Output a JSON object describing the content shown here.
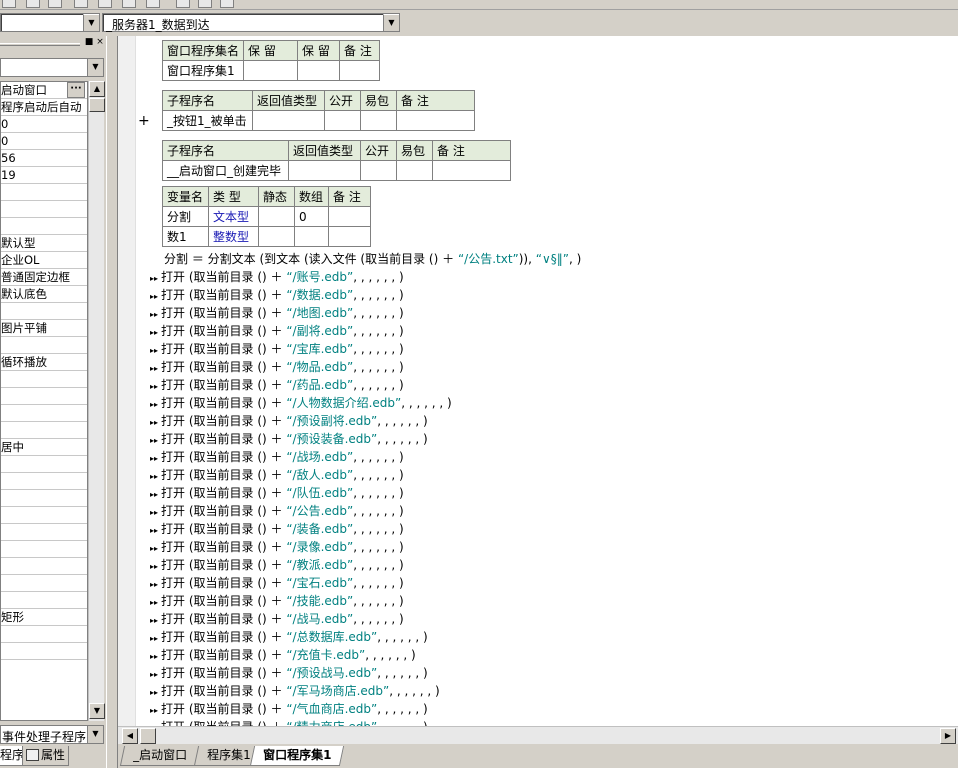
{
  "combos": {
    "object_value": "",
    "event_value": "_服务器1_数据到达"
  },
  "left_panel": {
    "header_buttons": [
      "■",
      "×"
    ],
    "property_rows": [
      "启动窗口",
      "程序启动后自动",
      "0",
      "0",
      "56",
      "19",
      "",
      "",
      "",
      "默认型",
      "企业OL",
      "普通固定边框",
      "默认底色",
      "",
      "图片平铺",
      "",
      "循环播放",
      "",
      "",
      "",
      "",
      "居中",
      "",
      "",
      "",
      "",
      "",
      "",
      "",
      "",
      "",
      "矩形",
      "",
      ""
    ],
    "event_combo": "事件处理子程序",
    "tabs": [
      "程序",
      "属性"
    ]
  },
  "editor": {
    "assembly_table": {
      "headers": [
        "窗口程序集名",
        "保 留",
        "保 留",
        "备 注"
      ],
      "row": [
        "窗口程序集1",
        "",
        "",
        ""
      ]
    },
    "sub1_table": {
      "headers": [
        "子程序名",
        "返回值类型",
        "公开",
        "易包",
        "备 注"
      ],
      "row": [
        "_按钮1_被单击",
        "",
        "",
        "",
        ""
      ]
    },
    "sub2_table": {
      "headers": [
        "子程序名",
        "返回值类型",
        "公开",
        "易包",
        "备 注"
      ],
      "row": [
        "__启动窗口_创建完毕",
        "",
        "",
        "",
        ""
      ]
    },
    "var_table": {
      "headers": [
        "变量名",
        "类 型",
        "静态",
        "数组",
        "备 注"
      ],
      "rows": [
        [
          "分割",
          "文本型",
          "",
          "0",
          ""
        ],
        [
          "数1",
          "整数型",
          "",
          "",
          ""
        ]
      ]
    },
    "plus_sign": "+",
    "assign_line": {
      "lhs": "分割 ＝ 分割文本 (到文本 (读入文件 (取当前目录 () ＋ ",
      "str1": "“/公告.txt”",
      "mid": ")), ",
      "str2": "“∨§‖”",
      "tail": ", )"
    },
    "open_keyword": "打开 (取当前目录 () ＋ ",
    "open_suffix": ", , , , , , )",
    "open_files": [
      "“/账号.edb”",
      "“/数据.edb”",
      "“/地图.edb”",
      "“/副将.edb”",
      "“/宝库.edb”",
      "“/物品.edb”",
      "“/药品.edb”",
      "“/人物数据介绍.edb”",
      "“/预设副将.edb”",
      "“/预设装备.edb”",
      "“/战场.edb”",
      "“/敌人.edb”",
      "“/队伍.edb”",
      "“/公告.edb”",
      "“/装备.edb”",
      "“/录像.edb”",
      "“/教派.edb”",
      "“/宝石.edb”",
      "“/技能.edb”",
      "“/战马.edb”",
      "“/总数据库.edb”",
      "“/充值卡.edb”",
      "“/预设战马.edb”",
      "“/军马场商店.edb”",
      "“/气血商店.edb”",
      "“/精力商店.edb”"
    ]
  },
  "doc_tabs": [
    "_启动窗口",
    "程序集1",
    "窗口程序集1"
  ]
}
